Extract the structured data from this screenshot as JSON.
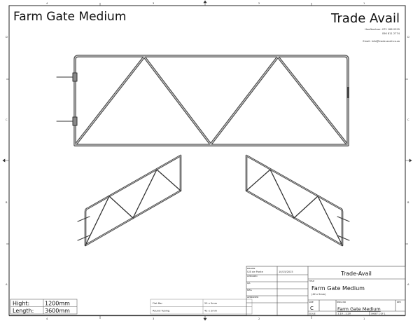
{
  "drawing_title": "Farm Gate Medium",
  "company": {
    "name": "Trade Avail",
    "phone_line1": "Hoofkantoor: 072 186 0295",
    "phone_line2": "056 811 2774",
    "email": "Email: Info@trade-avail.co.za"
  },
  "zones": {
    "columns": [
      "4",
      "3",
      "2",
      "1"
    ],
    "rows": [
      "D",
      "C",
      "B",
      "A"
    ]
  },
  "dimensions": [
    {
      "label": "Hight:",
      "value": "1200mm"
    },
    {
      "label": "Length:",
      "value": "3600mm"
    }
  ],
  "materials": [
    {
      "name": "Flat Bar",
      "size": "25 x 5mm"
    },
    {
      "name": "Round Tubing",
      "size": "42 x 2mm"
    }
  ],
  "title_block": {
    "drawn_label": "DRAWN",
    "drawn_by": "S.B de Ponte",
    "drawn_date": "10/15/2015",
    "checked_label": "CHECKED",
    "qa_label": "QA",
    "mfg_label": "MFG",
    "approved_label": "APPROVED",
    "company": "Trade-Avail",
    "title_label": "TITLE",
    "title": "Farm Gate Medium",
    "subtitle": "(42 x 2mm)",
    "size_label": "SIZE",
    "size": "C",
    "dwg_label": "DWG NO",
    "dwg_no": "Farm Gate Medium",
    "rev_label": "REV",
    "scale_label": "SCALE",
    "scale": "1:10 ; 1:20",
    "sheet": "SHEET 1  OF 1"
  }
}
